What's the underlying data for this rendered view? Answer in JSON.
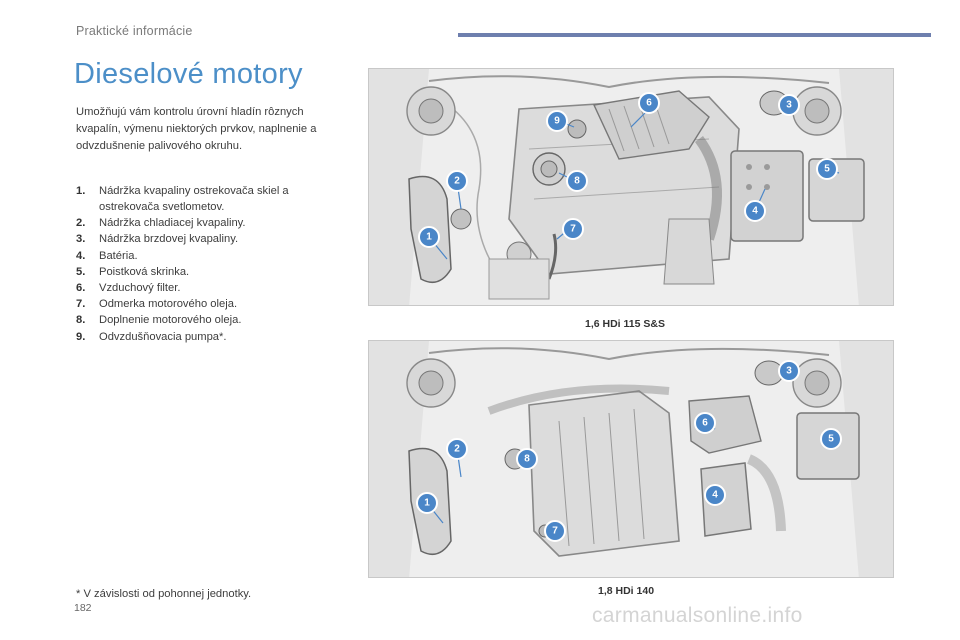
{
  "header": {
    "section": "Praktické informácie",
    "rule_color": "#6e7fae"
  },
  "title": "Dieselové motory",
  "intro": "Umožňujú vám kontrolu úrovní hladín rôznych kvapalín, výmenu niektorých prvkov, naplnenie a odvzdušnenie palivového okruhu.",
  "parts": [
    {
      "num": "1.",
      "text": "Nádržka kvapaliny ostrekovača skiel a ostrekovača svetlometov."
    },
    {
      "num": "2.",
      "text": "Nádržka chladiacej kvapaliny."
    },
    {
      "num": "3.",
      "text": "Nádržka brzdovej kvapaliny."
    },
    {
      "num": "4.",
      "text": "Batéria."
    },
    {
      "num": "5.",
      "text": "Poistková skrinka."
    },
    {
      "num": "6.",
      "text": "Vzduchový filter."
    },
    {
      "num": "7.",
      "text": "Odmerka motorového oleja."
    },
    {
      "num": "8.",
      "text": "Doplnenie motorového oleja."
    },
    {
      "num": "9.",
      "text": "Odvzdušňovacia pumpa*."
    }
  ],
  "footnote": "* V závislosti od pohonnej jednotky.",
  "figures": [
    {
      "caption": "1,6 HDi 115 S&S",
      "markers": [
        "1",
        "2",
        "3",
        "4",
        "5",
        "6",
        "7",
        "8",
        "9"
      ]
    },
    {
      "caption": "1,8 HDi 140",
      "markers": [
        "1",
        "2",
        "3",
        "4",
        "5",
        "6",
        "7",
        "8"
      ]
    }
  ],
  "marker_color": "#4a86c8",
  "title_color": "#4c8fc8",
  "page_number": "182",
  "watermark": "carmanualsonline.info"
}
